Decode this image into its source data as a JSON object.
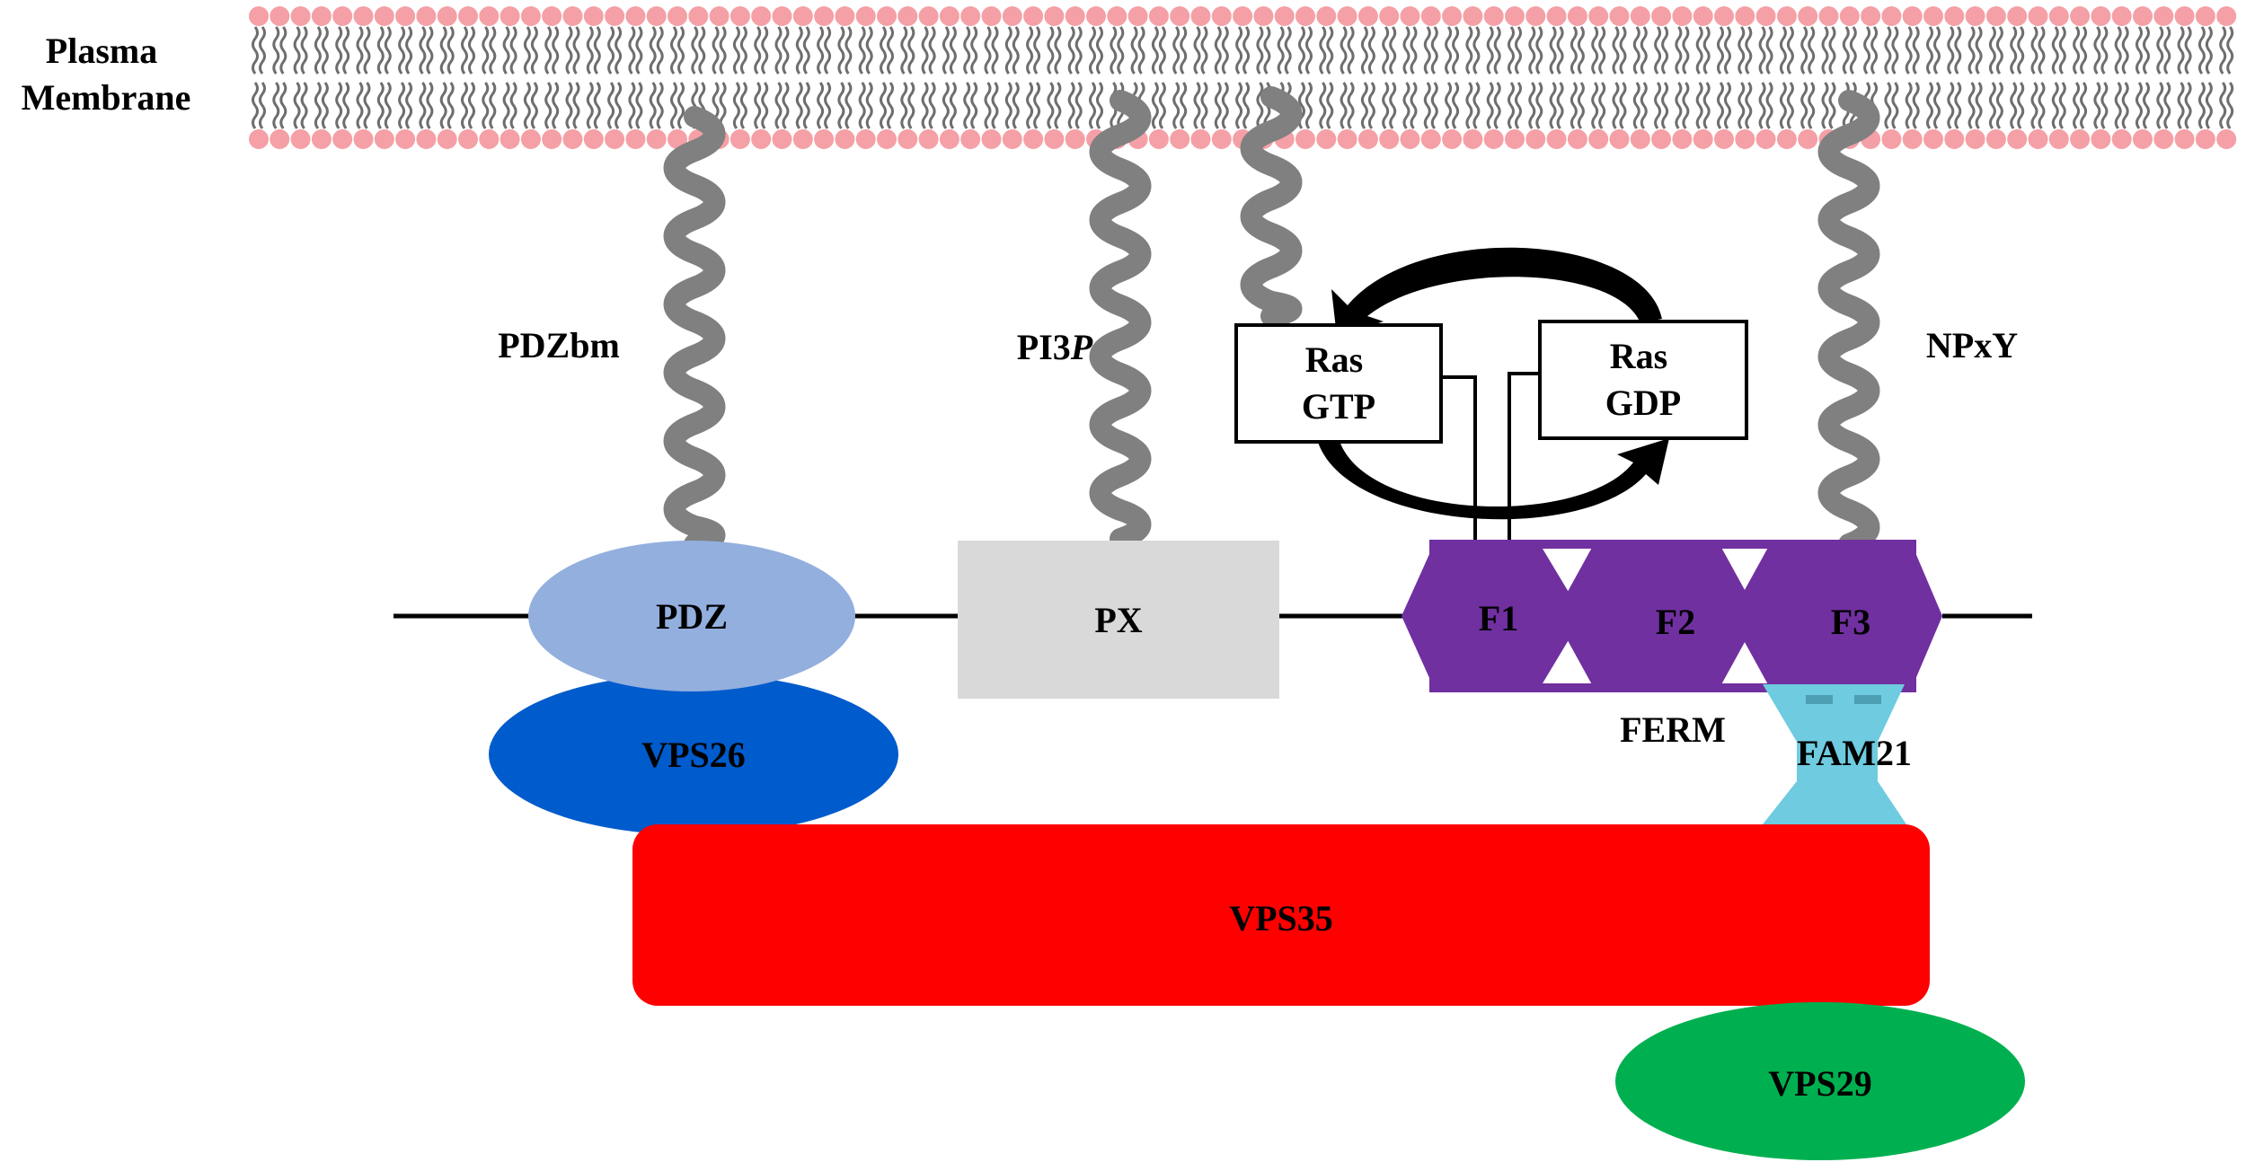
{
  "membrane": {
    "label_line1": "Plasma",
    "label_line2": "Membrane",
    "head_color": "#f4a0a6",
    "tail_color": "#6e6e6e"
  },
  "tails": {
    "pdzbm_label": "PDZbm",
    "pi3p_label_prefix": "PI3",
    "pi3p_label_italic": "P",
    "npxy_label": "NPxY",
    "color": "#808080"
  },
  "domains": {
    "pdz": {
      "label": "PDZ",
      "color": "#93afde"
    },
    "px": {
      "label": "PX",
      "color": "#d9d9d9"
    },
    "f1": {
      "label": "F1"
    },
    "f2": {
      "label": "F2"
    },
    "f3": {
      "label": "F3"
    },
    "ferm_color": "#7030a0",
    "ferm_label": "FERM"
  },
  "ras": {
    "gtp_line1": "Ras",
    "gtp_line2": "GTP",
    "gdp_line1": "Ras",
    "gdp_line2": "GDP"
  },
  "complex": {
    "vps26": {
      "label": "VPS26",
      "color": "#005bcc"
    },
    "vps35": {
      "label": "VPS35",
      "color": "#ff0000"
    },
    "vps29": {
      "label": "VPS29",
      "color": "#00b050"
    },
    "fam21": {
      "label": "FAM21",
      "color": "#6ecbe0"
    }
  }
}
